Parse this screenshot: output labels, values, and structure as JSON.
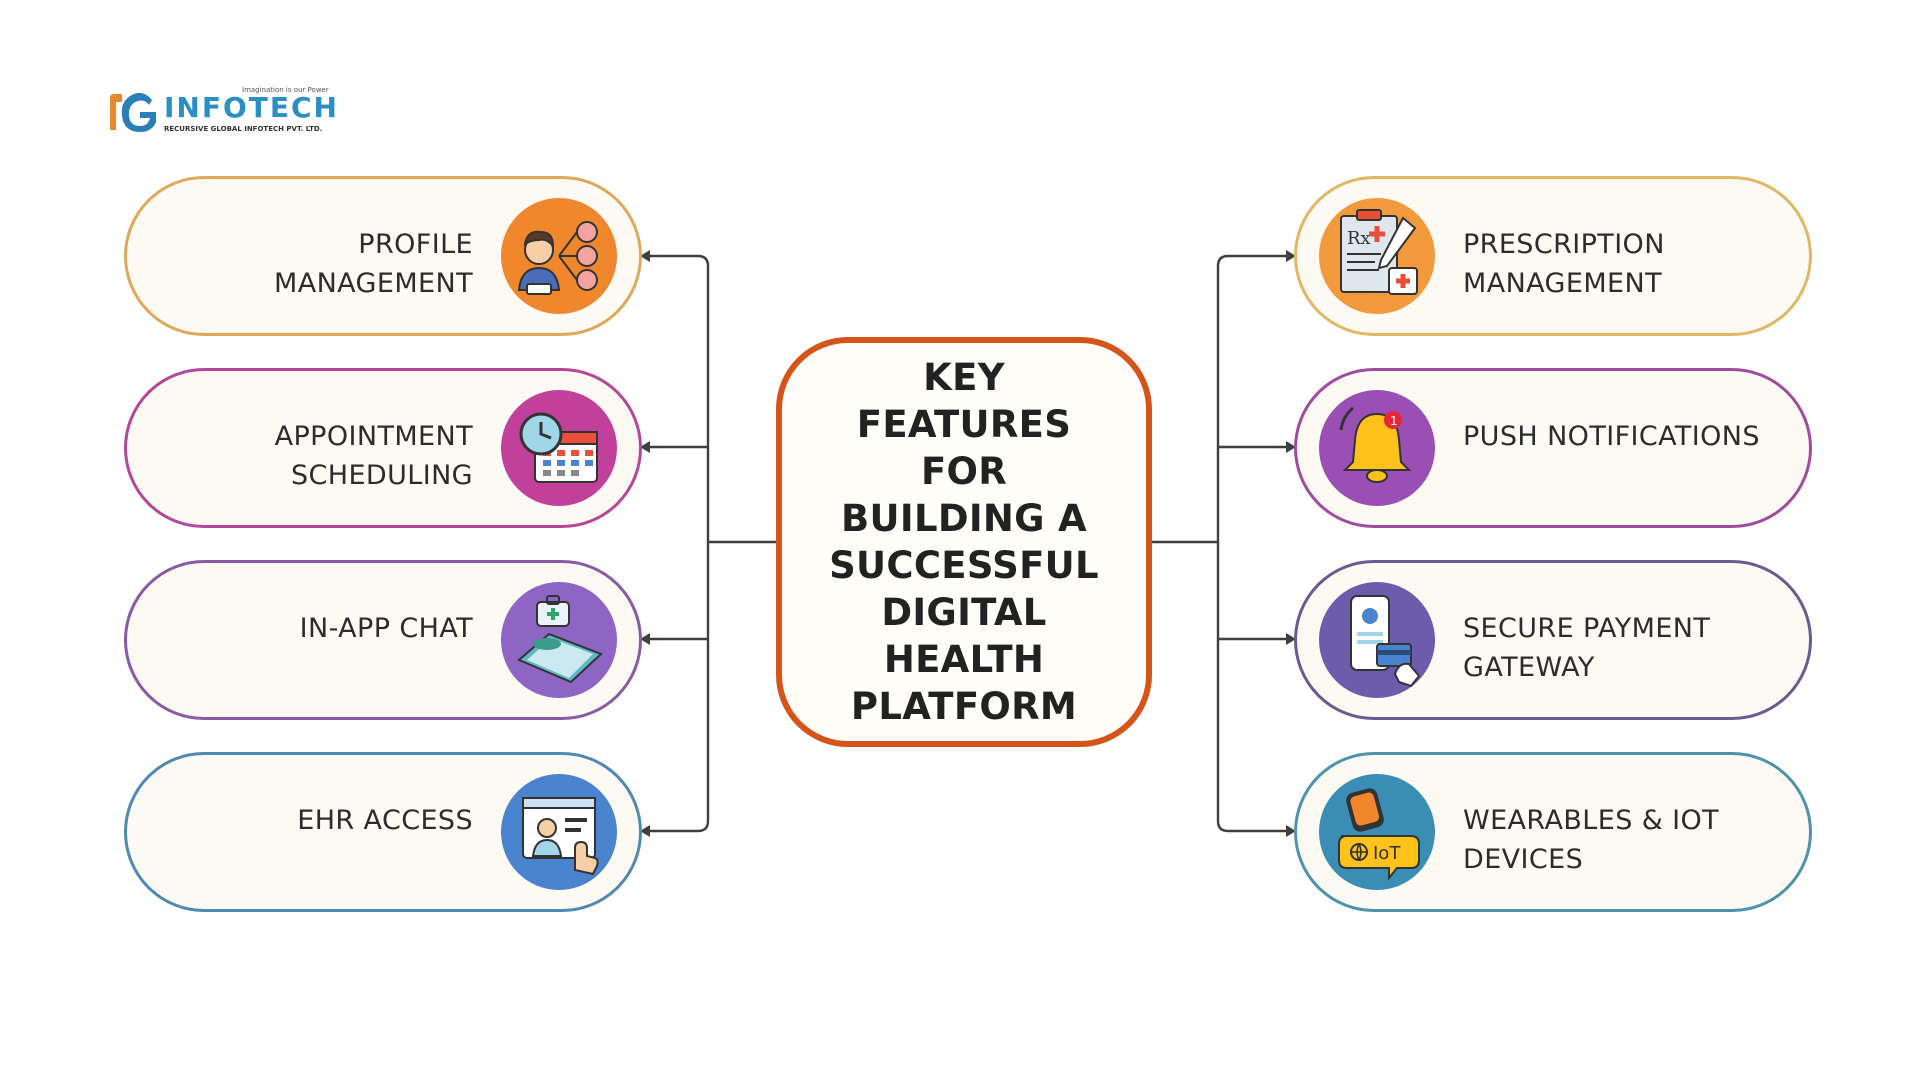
{
  "logo": {
    "tagline": "Imagination is our Power",
    "wordmark": "INFOTECH",
    "company": "RECURSIVE GLOBAL INFOTECH PVT. LTD."
  },
  "center": {
    "title": "KEY FEATURES FOR BUILDING A SUCCESSFUL DIGITAL HEALTH PLATFORM",
    "border_color": "#d4541a"
  },
  "features": {
    "left": [
      {
        "label": "PROFILE MANAGEMENT",
        "icon": "profile-management-icon",
        "border_color": "#e0a85a",
        "icon_bg": "#f0872d"
      },
      {
        "label": "APPOINTMENT SCHEDULING",
        "icon": "calendar-clock-icon",
        "border_color": "#b4479a",
        "icon_bg": "#c0409a"
      },
      {
        "label": "IN-APP CHAT",
        "icon": "mobile-chat-icon",
        "border_color": "#8a5aa6",
        "icon_bg": "#8e65c4"
      },
      {
        "label": "EHR ACCESS",
        "icon": "ehr-doctor-icon",
        "border_color": "#4f89b4",
        "icon_bg": "#4a84cf"
      }
    ],
    "right": [
      {
        "label": "PRESCRIPTION MANAGEMENT",
        "icon": "prescription-icon",
        "border_color": "#e0b865",
        "icon_bg": "#f39a3c"
      },
      {
        "label": "PUSH NOTIFICATIONS",
        "icon": "bell-icon",
        "border_color": "#a04c9e",
        "icon_bg": "#9a4fb4"
      },
      {
        "label": "SECURE PAYMENT GATEWAY",
        "icon": "payment-card-icon",
        "border_color": "#6a5a92",
        "icon_bg": "#6c5cab"
      },
      {
        "label": "WEARABLES & IOT DEVICES",
        "icon": "iot-watch-icon",
        "border_color": "#4e92ab",
        "icon_bg": "#3a8db4"
      }
    ]
  },
  "icon_texts": {
    "iot_badge": "IoT",
    "bell_badge": "1",
    "prescription_rx": "Rx"
  }
}
